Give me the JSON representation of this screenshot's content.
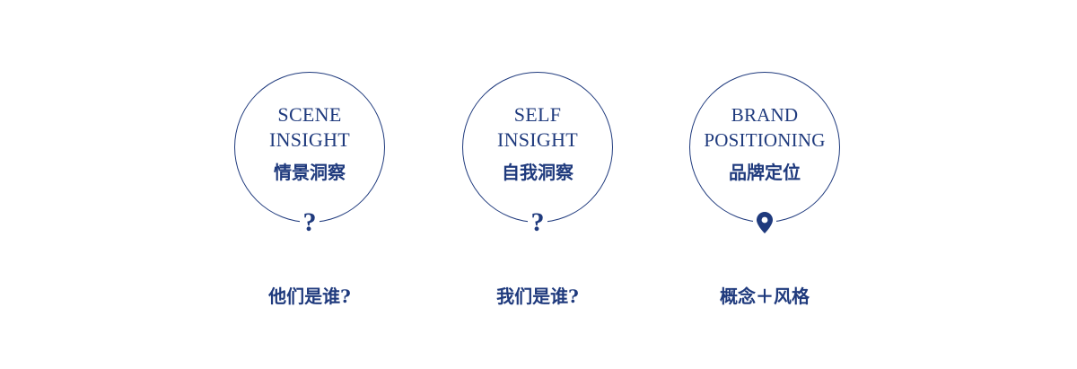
{
  "colors": {
    "primary": "#1f3a7d",
    "background": "#ffffff"
  },
  "cards": [
    {
      "title_line1": "SCENE",
      "title_line2": "INSIGHT",
      "subtitle": "情景洞察",
      "marker": "?",
      "caption": "他们是谁?"
    },
    {
      "title_line1": "SELF",
      "title_line2": "INSIGHT",
      "subtitle": "自我洞察",
      "marker": "?",
      "caption": "我们是谁?"
    },
    {
      "title_line1": "BRAND",
      "title_line2": "POSITIONING",
      "subtitle": "品牌定位",
      "marker_icon": "location-pin-icon",
      "caption": "概念＋风格"
    }
  ]
}
